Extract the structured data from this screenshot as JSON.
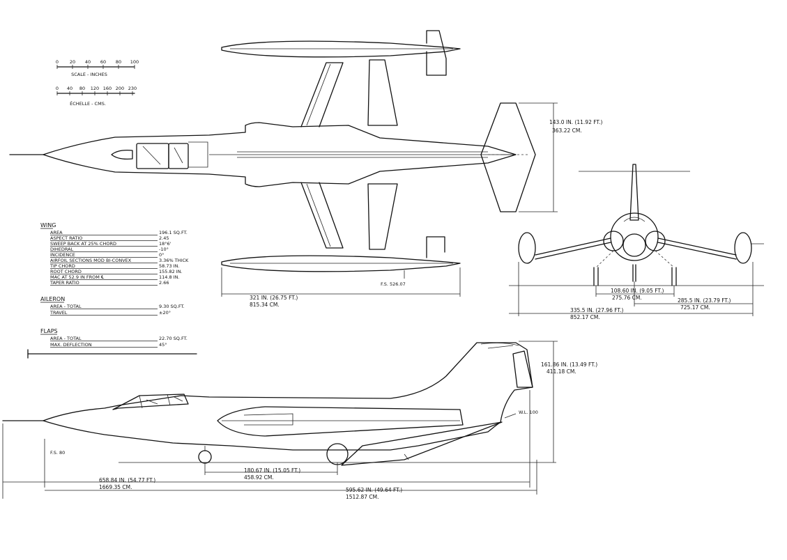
{
  "scale": {
    "inches_ticks": [
      "0",
      "20",
      "40",
      "60",
      "80",
      "100"
    ],
    "inches_label": "SCALE - INCHES",
    "cms_ticks": [
      "0",
      "40",
      "80",
      "120",
      "160",
      "200",
      "230"
    ],
    "cms_label": "ÉCHELLE - CMS."
  },
  "specs": {
    "wing": {
      "title": "WING",
      "rows": [
        {
          "label": "AREA",
          "value": "196.1 SQ.FT."
        },
        {
          "label": "ASPECT RATIO",
          "value": "2.45"
        },
        {
          "label": "SWEEP BACK AT 25% CHORD",
          "value": "18°6'"
        },
        {
          "label": "DIHEDRAL",
          "value": "-10°"
        },
        {
          "label": "INCIDENCE",
          "value": "0°"
        },
        {
          "label": "AIRFOIL SECTIONS MOD BI-CONVEX",
          "value": "3.36% THICK"
        },
        {
          "label": "TIP CHORD",
          "value": "58.73 IN."
        },
        {
          "label": "ROOT CHORD",
          "value": "155.82 IN."
        },
        {
          "label": "MAC AT 52.9 IN FROM ℄",
          "value": "114.8 IN."
        },
        {
          "label": "TAPER RATIO",
          "value": "2.66"
        }
      ]
    },
    "aileron": {
      "title": "AILERON",
      "rows": [
        {
          "label": "AREA - TOTAL",
          "value": "9.30 SQ.FT."
        },
        {
          "label": "TRAVEL",
          "value": "±20°"
        }
      ]
    },
    "flaps": {
      "title": "FLAPS",
      "rows": [
        {
          "label": "AREA - TOTAL",
          "value": "22.70 SQ.FT."
        },
        {
          "label": "MAX. DEFLECTION",
          "value": "45°"
        }
      ]
    }
  },
  "dimensions": {
    "top_span_in": "321 IN. (26.75 FT.)",
    "top_span_cm": "815.34 CM.",
    "fs_label": "F.S. 526.07",
    "tail_span_in": "143.0 IN. (11.92 FT.)",
    "tail_span_cm": "363.22 CM.",
    "front_track_in": "108.60 IN. (9.05 FT.)",
    "front_track_cm": "275.76 CM.",
    "front_halfspan_in": "285.5 IN. (23.79 FT.)",
    "front_halfspan_cm": "725.17 CM.",
    "front_span_in": "335.5 IN. (27.96 FT.)",
    "front_span_cm": "852.17 CM.",
    "height_in": "161.86 IN. (13.49 FT.)",
    "height_cm": "411.18 CM.",
    "wl_label": "W.L. 100",
    "fs_nose_label": "F.S. 80",
    "wheelbase_in": "180.67 IN. (15.05 FT.)",
    "wheelbase_cm": "458.92 CM.",
    "overall_length_in": "658.84 IN. (54.77 FT.)",
    "overall_length_cm": "1669.35 CM.",
    "fuselage_length_in": "595.62 IN. (49.64 FT.)",
    "fuselage_length_cm": "1512.87 CM."
  }
}
